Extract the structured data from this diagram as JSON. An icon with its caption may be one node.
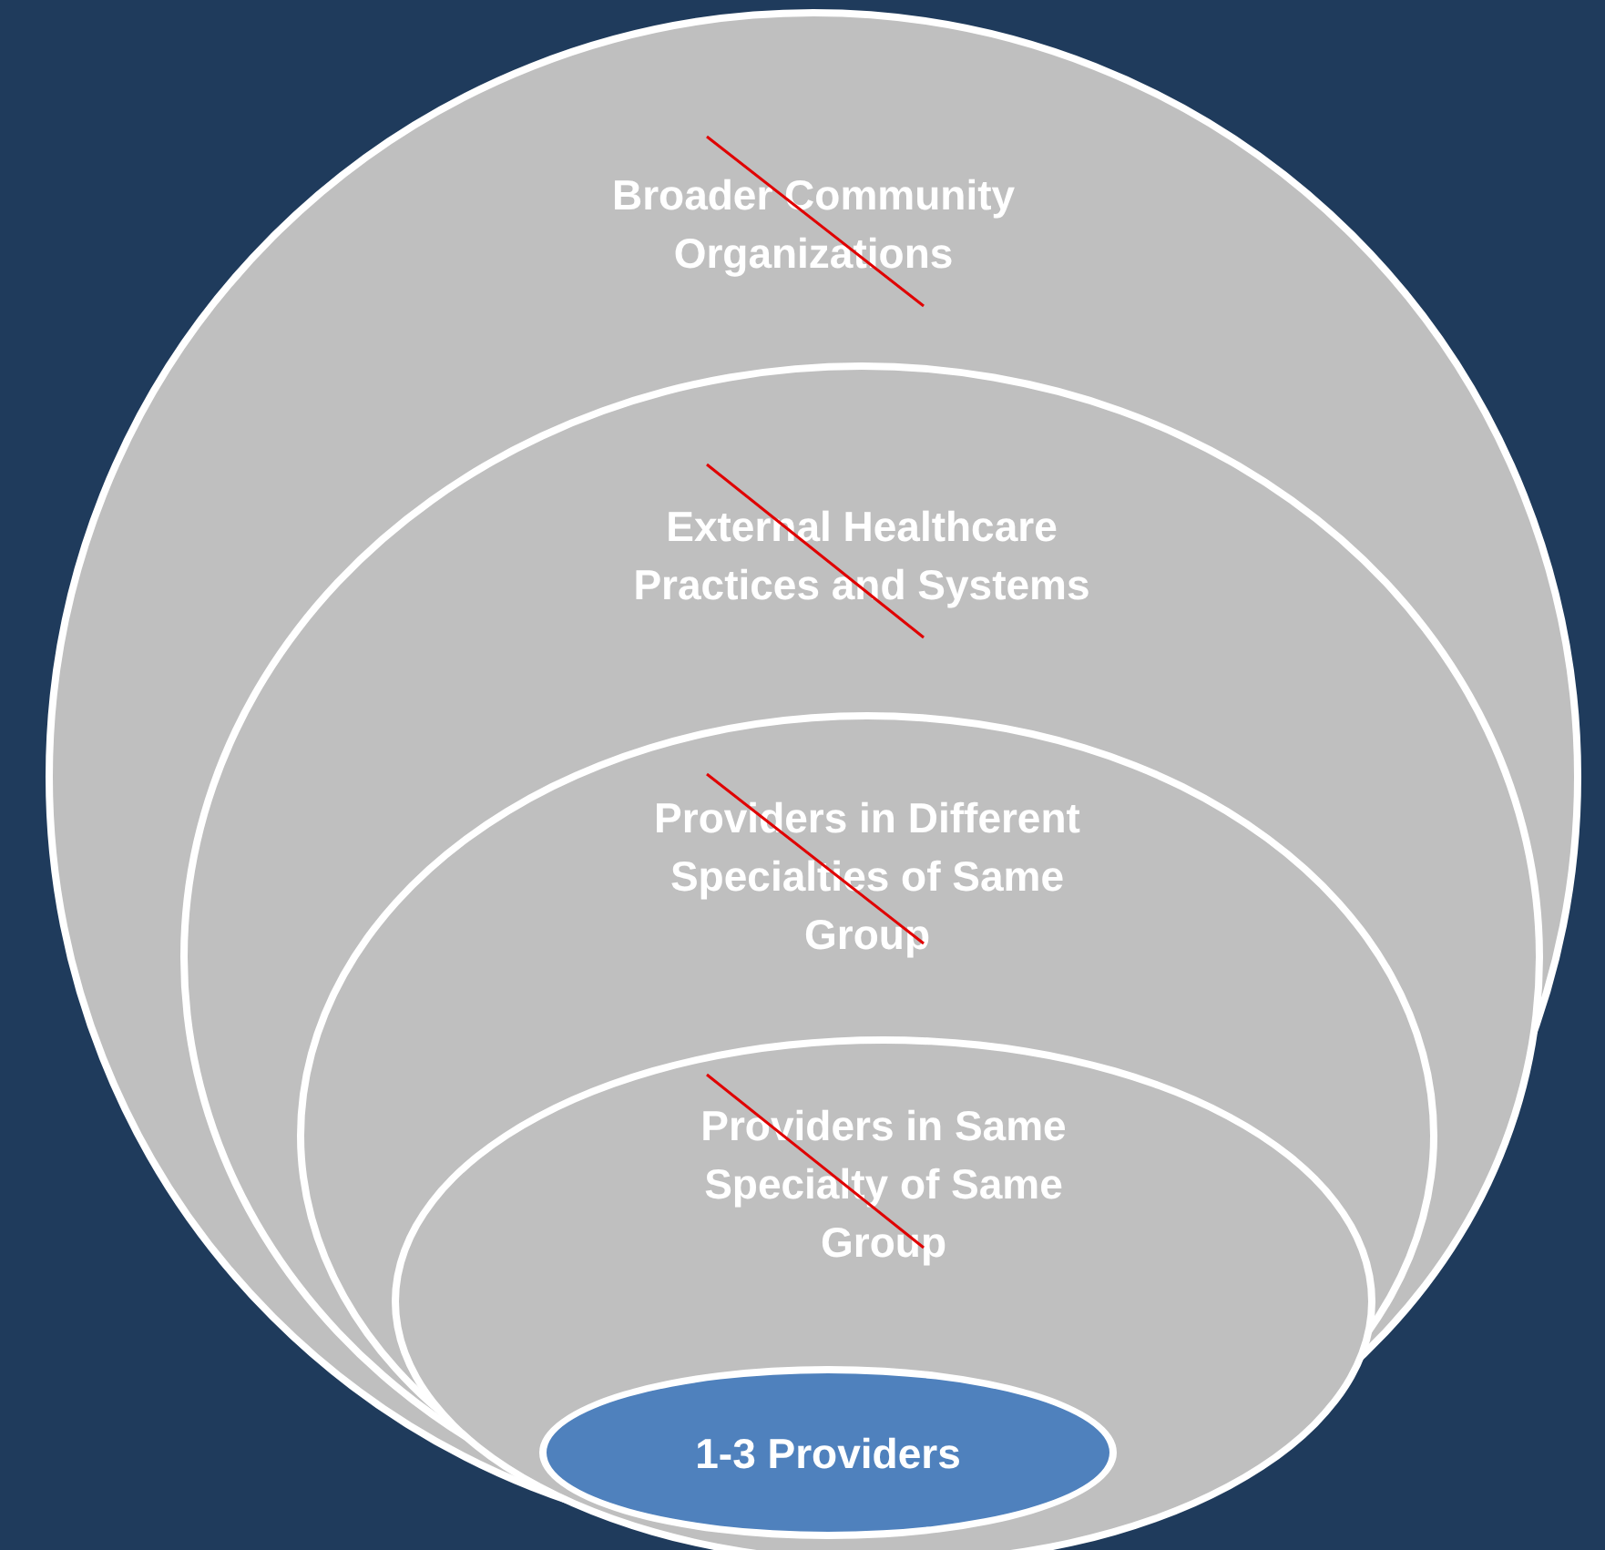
{
  "diagram": {
    "nodes": [
      {
        "text": [
          "Broader Community Organizations"
        ]
      },
      {
        "text": [
          "External Healthcare Practices and Systems"
        ],
        "in": 0
      },
      {
        "text": [
          "Providers in Different Specialties of Same Group"
        ],
        "in": 1
      },
      {
        "text": [
          "Providers in Same Specialty of Same Group"
        ],
        "in": 2
      },
      {
        "text": [
          "1-3 Providers"
        ],
        "in": 3
      }
    ]
  }
}
